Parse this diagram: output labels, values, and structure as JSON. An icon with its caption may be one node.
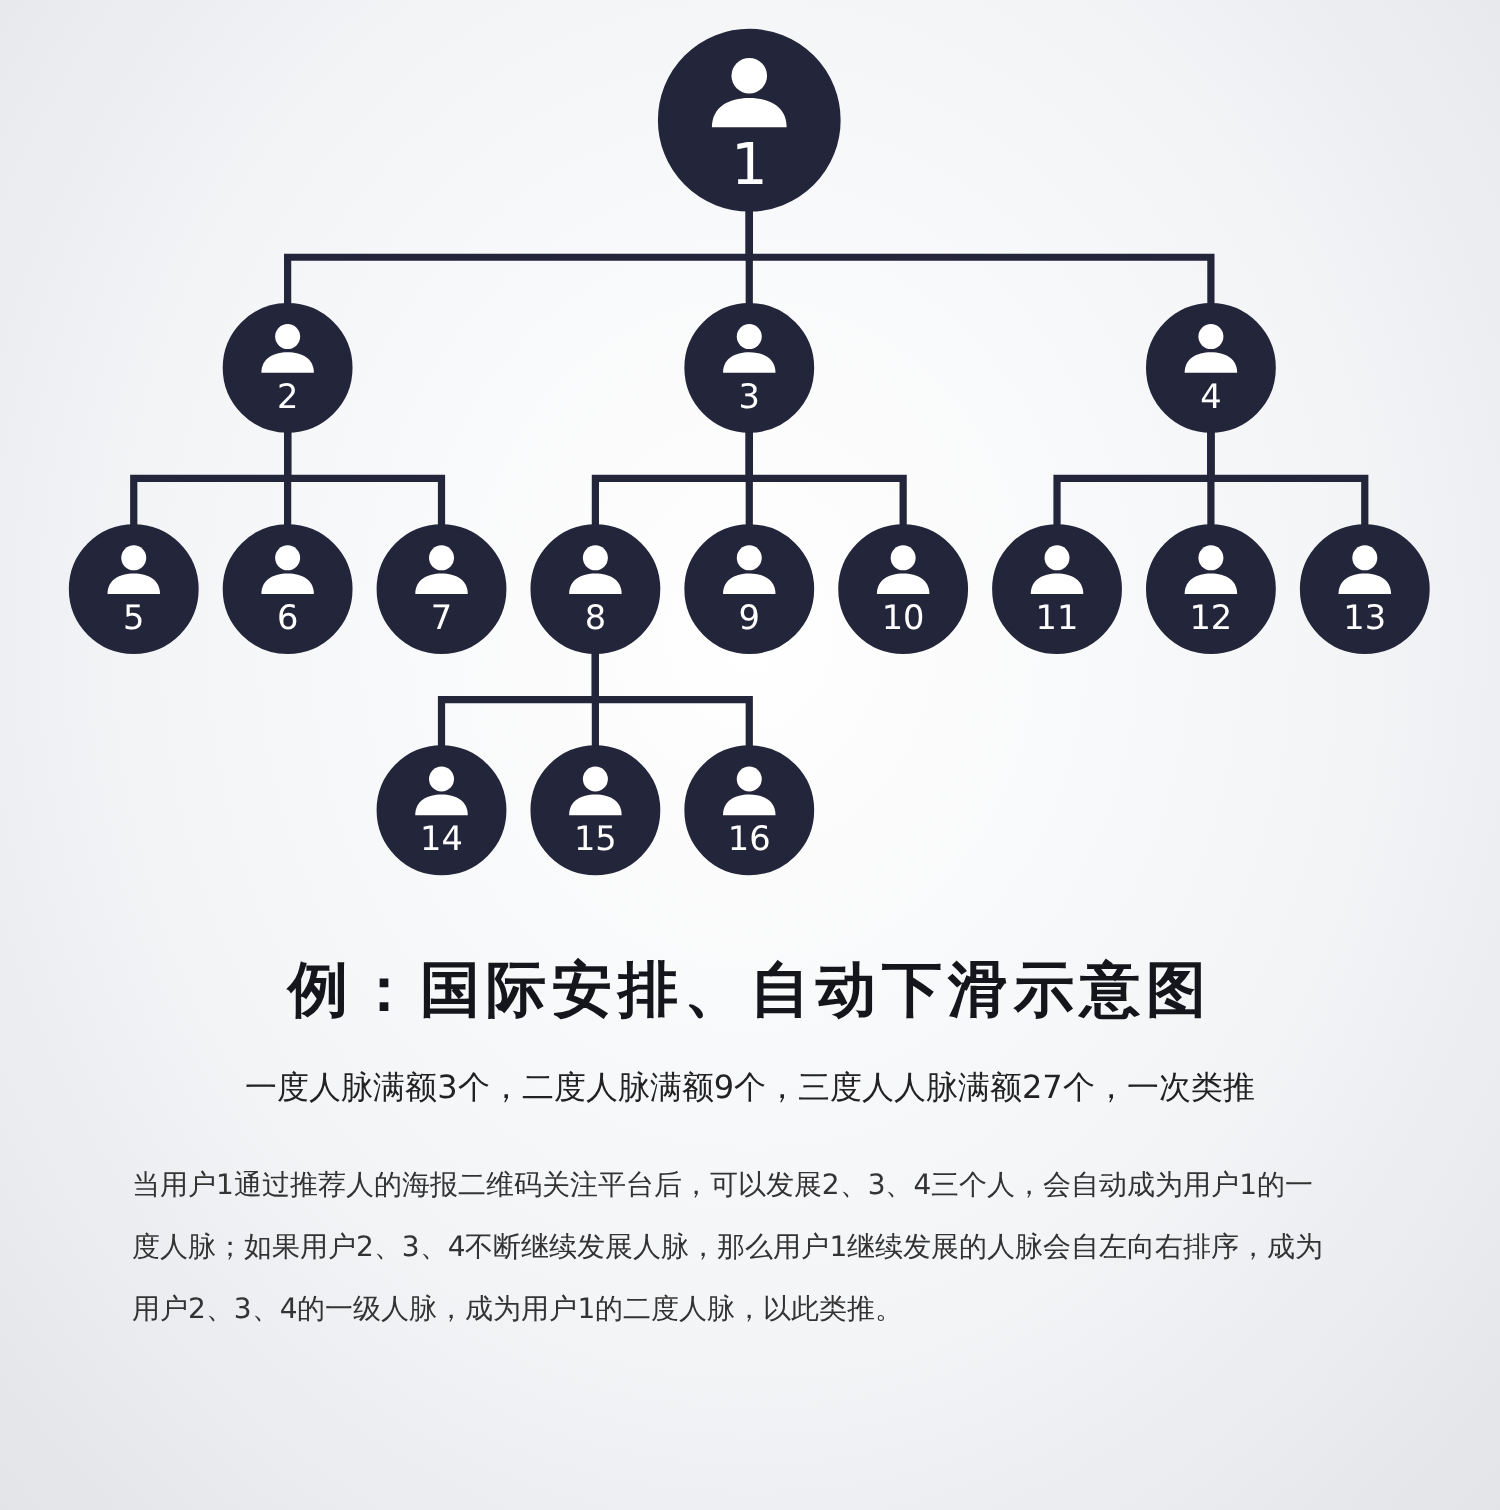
{
  "diagram": {
    "title": "例：国际安排、自动下滑示意图",
    "nodes": [
      {
        "text": [
          "1"
        ]
      },
      {
        "text": [
          "2"
        ]
      },
      {
        "text": [
          "3"
        ]
      },
      {
        "text": [
          "4"
        ]
      },
      {
        "text": [
          "5"
        ]
      },
      {
        "text": [
          "6"
        ]
      },
      {
        "text": [
          "7"
        ]
      },
      {
        "text": [
          "8"
        ]
      },
      {
        "text": [
          "9"
        ]
      },
      {
        "text": [
          "10"
        ]
      },
      {
        "text": [
          "11"
        ]
      },
      {
        "text": [
          "12"
        ]
      },
      {
        "text": [
          "13"
        ]
      },
      {
        "text": [
          "14"
        ]
      },
      {
        "text": [
          "15"
        ]
      },
      {
        "text": [
          "16"
        ]
      }
    ],
    "edges": [
      {
        "from": 0,
        "to": 1,
        "arrow": "none"
      },
      {
        "from": 0,
        "to": 2,
        "arrow": "none"
      },
      {
        "from": 0,
        "to": 3,
        "arrow": "none"
      },
      {
        "from": 1,
        "to": 4,
        "arrow": "none"
      },
      {
        "from": 1,
        "to": 5,
        "arrow": "none"
      },
      {
        "from": 1,
        "to": 6,
        "arrow": "none"
      },
      {
        "from": 2,
        "to": 7,
        "arrow": "none"
      },
      {
        "from": 2,
        "to": 8,
        "arrow": "none"
      },
      {
        "from": 2,
        "to": 9,
        "arrow": "none"
      },
      {
        "from": 3,
        "to": 10,
        "arrow": "none"
      },
      {
        "from": 3,
        "to": 11,
        "arrow": "none"
      },
      {
        "from": 3,
        "to": 12,
        "arrow": "none"
      },
      {
        "from": 7,
        "to": 13,
        "arrow": "none"
      },
      {
        "from": 7,
        "to": 14,
        "arrow": "none"
      },
      {
        "from": 7,
        "to": 15,
        "arrow": "none"
      }
    ],
    "labels": [
      "一度人脉满额3个，二度人脉满额9个，三度人人脉满额27个，一次类推",
      "当用户1通过推荐人的海报二维码关注平台后，可以发展2、3、4三个人，会自动成为用户1的一度人脉；如果用户2、3、4不断继续发展人脉，那么用户1继续发展的人脉会自左向右排序，成为用户2、3、4的一级人脉，成为用户1的二度人脉，以此类推。"
    ]
  }
}
